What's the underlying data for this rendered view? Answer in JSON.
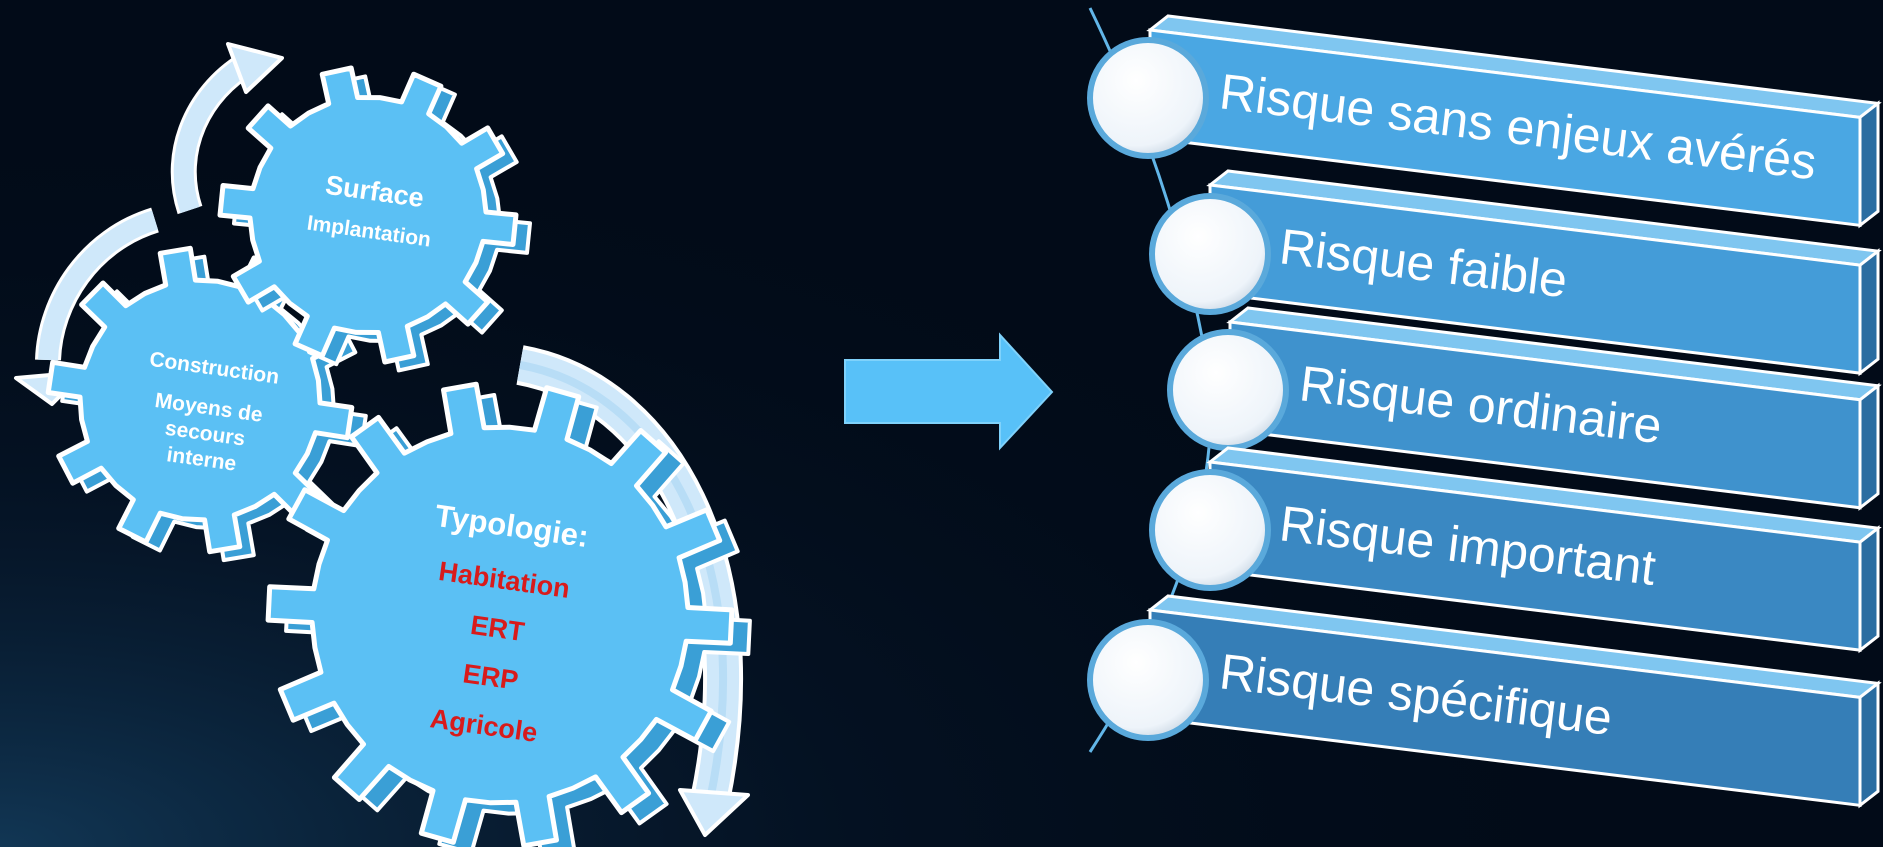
{
  "gears": {
    "surface": {
      "title": "Surface",
      "subtitle": "Implantation"
    },
    "construction": {
      "lines": [
        "Construction",
        "Moyens de",
        "secours",
        "interne"
      ]
    },
    "typologie": {
      "title": "Typologie:",
      "items": [
        "Habitation",
        "ERT",
        "ERP",
        "Agricole"
      ]
    }
  },
  "risk_levels": [
    {
      "label": "Risque sans enjeux avérés"
    },
    {
      "label": "Risque faible"
    },
    {
      "label": "Risque ordinaire"
    },
    {
      "label": "Risque important"
    },
    {
      "label": "Risque spécifique"
    }
  ],
  "colors": {
    "background": "#020b18",
    "gear_fill": "#5bc0f4",
    "gear_side": "#3a9fd6",
    "arrow": "#58c1f8",
    "bar_top": "#4fa8e2",
    "bar_bottom": "#2f7cb3",
    "typology_items": "#d81b1b"
  }
}
